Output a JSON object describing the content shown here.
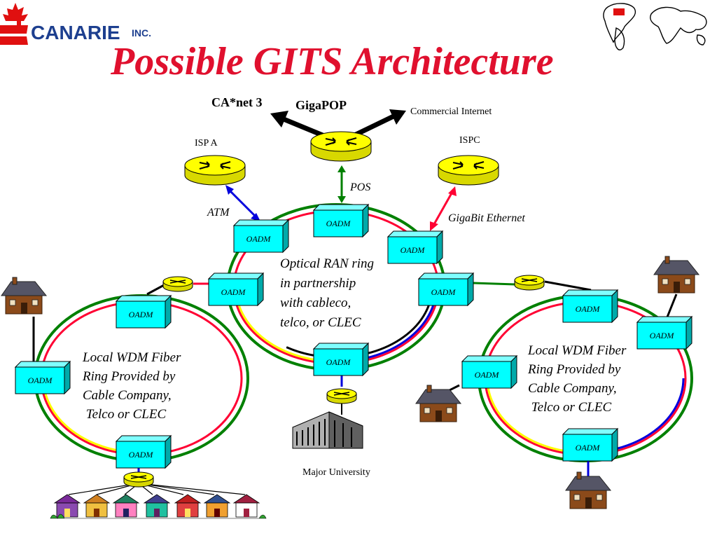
{
  "logo": {
    "name": "CANARIE",
    "suffix": "INC."
  },
  "title": "Possible GITS Architecture",
  "labels": {
    "canet": "CA*net 3",
    "gigapop": "GigaPOP",
    "commercial": "Commercial Internet",
    "isp_a": "ISP A",
    "ispc": "ISPC",
    "pos": "POS",
    "atm": "ATM",
    "gige": "GigaBit Ethernet",
    "university": "Major University"
  },
  "oadm_label": "OADM",
  "center_ring_text": [
    "Optical RAN ring",
    "in partnership",
    "with cableco,",
    "telco, or CLEC"
  ],
  "left_ring_text": [
    "Local WDM Fiber",
    "Ring Provided by",
    "Cable Company,",
    " Telco or CLEC"
  ],
  "right_ring_text": [
    "Local WDM Fiber",
    "Ring Provided by",
    "Cable Company,",
    " Telco or CLEC"
  ],
  "colors": {
    "router": "#ffff00",
    "oadm": "#00ffff",
    "ring_green": "#008000",
    "ring_red": "#ff0033",
    "ring_yellow": "#ffff00",
    "ring_blue": "#0000dd",
    "title": "#e0102e",
    "logo_blue": "#1d3f8f",
    "logo_red": "#e01010"
  }
}
